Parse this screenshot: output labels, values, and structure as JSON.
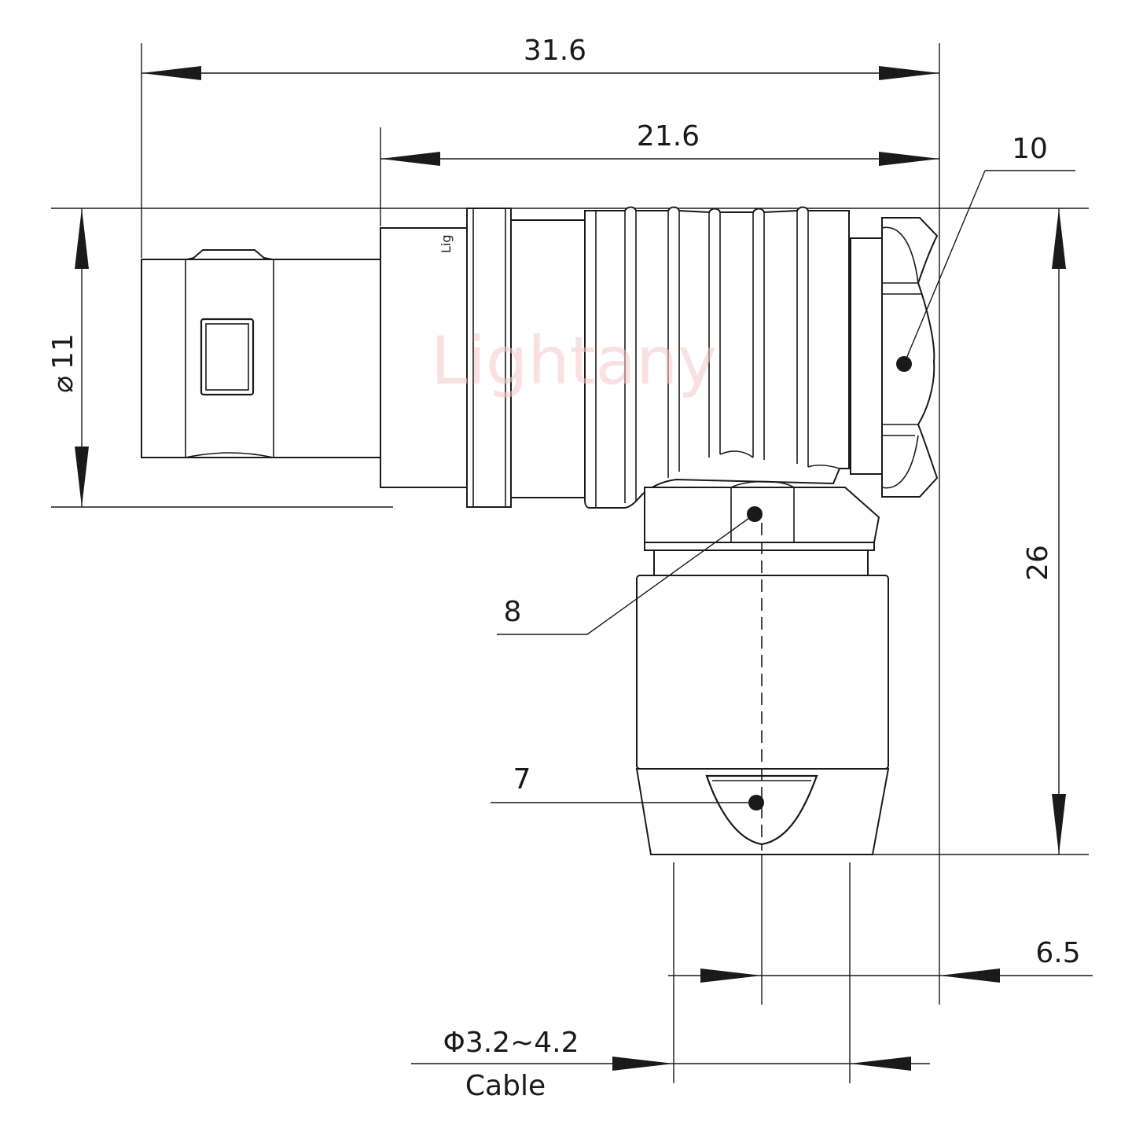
{
  "dimensions": {
    "overall_length": "31.6",
    "body_length": "21.6",
    "diameter_symbol": "⌀",
    "diameter": "11",
    "height": "26",
    "offset": "6.5",
    "cable_range": "Φ3.2~4.2",
    "cable_label": "Cable"
  },
  "callouts": {
    "c10": "10",
    "c8": "8",
    "c7": "7"
  },
  "watermark": "Lightany",
  "embossed_text": "Lig"
}
